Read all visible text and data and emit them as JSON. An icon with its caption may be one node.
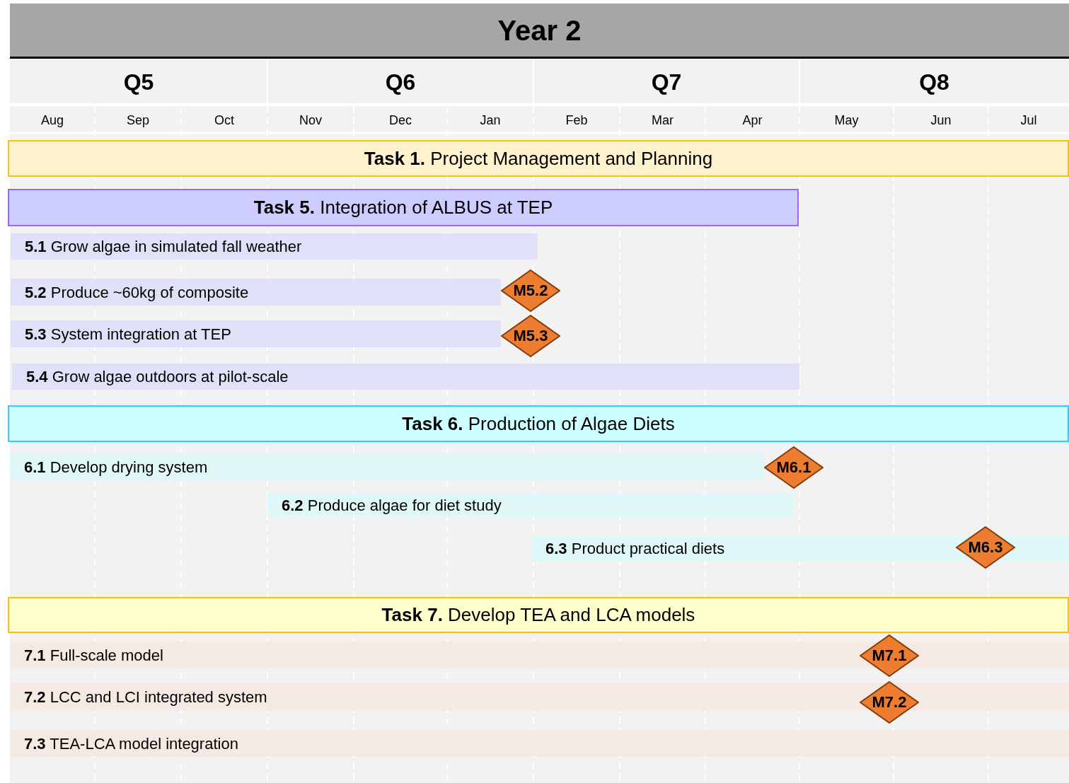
{
  "diagram": {
    "title": "Year 2",
    "nodes": [
      {
        "text": [
          "**Task 1.** Project Management and Planning"
        ]
      },
      {
        "text": [
          "**Task 5.** Integration of ALBUS at TEP"
        ]
      },
      {
        "text": [
          "**5.1** Grow algae in simulated fall weather"
        ]
      },
      {
        "text": [
          "**5.2** Produce ~60kg of composite"
        ]
      },
      {
        "text": [
          "M5.2"
        ]
      },
      {
        "text": [
          "**5.3** System integration at TEP"
        ]
      },
      {
        "text": [
          "M5.3"
        ]
      },
      {
        "text": [
          "**5.4** Grow algae outdoors at pilot-scale"
        ]
      },
      {
        "text": [
          "**Task 6.** Production of Algae Diets"
        ]
      },
      {
        "text": [
          "**6.1** Develop drying system"
        ]
      },
      {
        "text": [
          "M6.1"
        ]
      },
      {
        "text": [
          "**6.2** Produce algae for diet study"
        ]
      },
      {
        "text": [
          "**6.3** Product practical diets"
        ]
      },
      {
        "text": [
          "M6.3"
        ]
      },
      {
        "text": [
          "**Task 7.** Develop TEA and LCA models"
        ]
      },
      {
        "text": [
          "**7.1** Full-scale model"
        ]
      },
      {
        "text": [
          "M7.1"
        ]
      },
      {
        "text": [
          "**7.2** LCC and LCI integrated system"
        ]
      },
      {
        "text": [
          "M7.2"
        ]
      },
      {
        "text": [
          "**7.3** TEA-LCA model integration"
        ]
      }
    ],
    "labels": [
      "Q5",
      "Q6",
      "Q7",
      "Q8",
      "Aug",
      "Sep",
      "Oct",
      "Nov",
      "Dec",
      "Jan",
      "Feb",
      "Mar",
      "Apr",
      "May",
      "Jun",
      "Jul"
    ]
  }
}
